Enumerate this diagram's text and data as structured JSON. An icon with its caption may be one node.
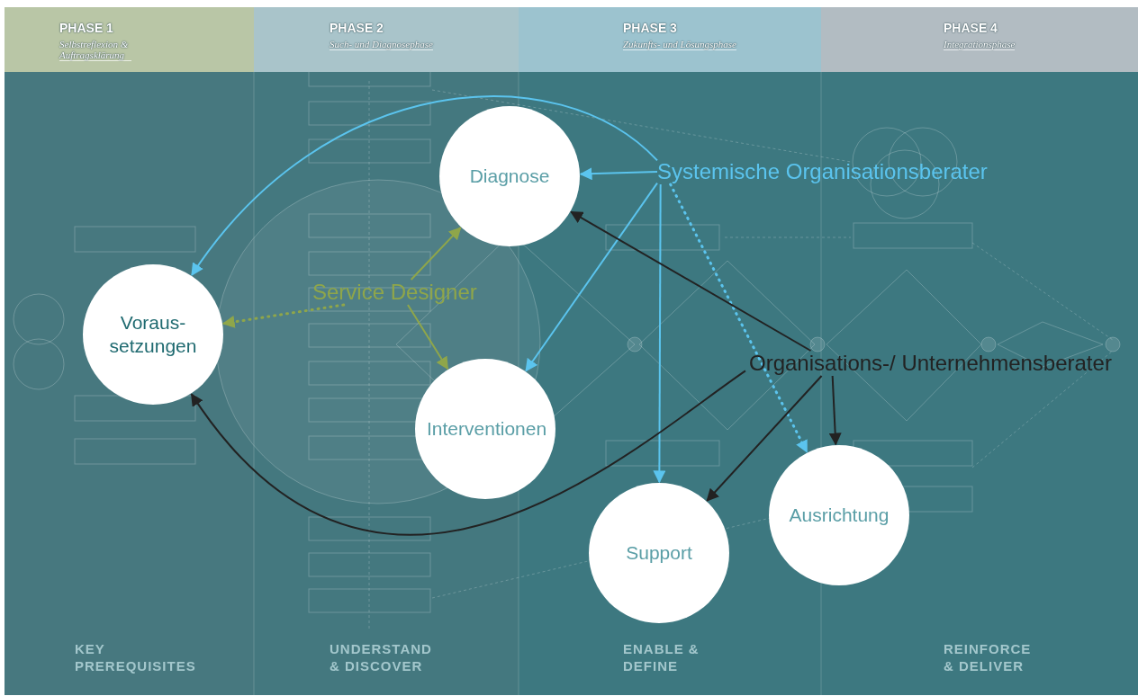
{
  "diagram": {
    "nodes": [
      {
        "text": [
          "PHASE 1",
          "Selbstreflexion & Auftragsklärung"
        ]
      },
      {
        "text": [
          "PHASE 2",
          "Such- und Diagnosephase"
        ]
      },
      {
        "text": [
          "PHASE 3",
          "Zukunfts- und Lösungsphase"
        ]
      },
      {
        "text": [
          "PHASE 4",
          "Integrationsphase"
        ]
      },
      {
        "text": [
          "Diagnose"
        ]
      },
      {
        "text": [
          "Voraus- setzungen"
        ]
      },
      {
        "text": [
          "Interventionen"
        ]
      },
      {
        "text": [
          "Support"
        ]
      },
      {
        "text": [
          "Ausrichtung"
        ]
      },
      {
        "text": [
          "Systemische Organisationsberater"
        ]
      },
      {
        "text": [
          "Service Designer"
        ]
      },
      {
        "text": [
          "Organisations-/ Unternehmensberater"
        ]
      }
    ],
    "edges": [
      {
        "from": 9,
        "to": 4,
        "arrow": "to"
      },
      {
        "from": 9,
        "to": 5,
        "arrow": "to"
      },
      {
        "from": 9,
        "to": 6,
        "arrow": "to"
      },
      {
        "from": 9,
        "to": 7,
        "arrow": "to"
      },
      {
        "from": 9,
        "to": 8,
        "arrow": "to",
        "style": "dashed"
      },
      {
        "from": 10,
        "to": 4,
        "arrow": "to",
        "color": "#8fa64a"
      },
      {
        "from": 10,
        "to": 6,
        "arrow": "to",
        "color": "#8fa64a"
      },
      {
        "from": 10,
        "to": 5,
        "arrow": "to",
        "style": "dashed",
        "color": "#8fa64a"
      },
      {
        "from": 11,
        "to": 4,
        "arrow": "to",
        "color": "#222222"
      },
      {
        "from": 11,
        "to": 5,
        "arrow": "to",
        "color": "#222222"
      },
      {
        "from": 11,
        "to": 7,
        "arrow": "to",
        "color": "#222222"
      },
      {
        "from": 11,
        "to": 8,
        "arrow": "to",
        "color": "#222222"
      }
    ],
    "labels": [
      "KEY PREREQUISITES",
      "UNDERSTAND & DISCOVER",
      "ENABLE & DEFINE",
      "REINFORCE & DELIVER"
    ]
  }
}
